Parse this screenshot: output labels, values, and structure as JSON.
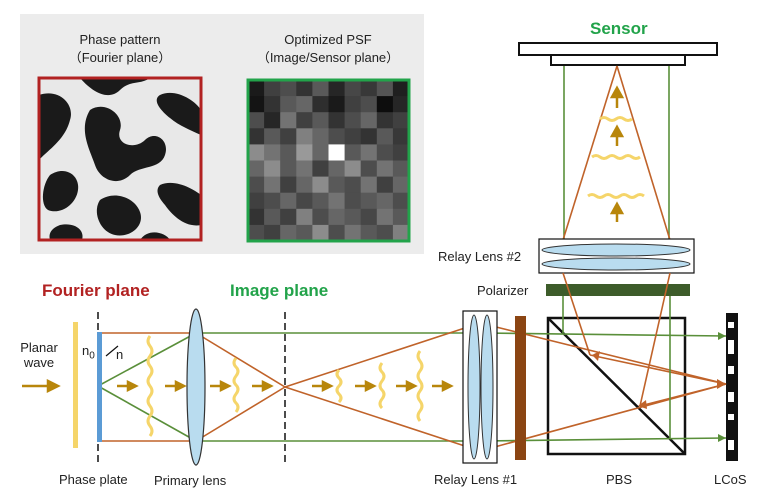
{
  "inset": {
    "left_title_line1": "Phase pattern",
    "left_title_line2": "（Fourier plane）",
    "right_title_line1": "Optimized PSF",
    "right_title_line2": "（Image/Sensor plane）",
    "psf_grid": [
      [
        0.1,
        0.25,
        0.3,
        0.2,
        0.35,
        0.15,
        0.28,
        0.22,
        0.33,
        0.12
      ],
      [
        0.08,
        0.2,
        0.35,
        0.4,
        0.18,
        0.1,
        0.25,
        0.3,
        0.05,
        0.15
      ],
      [
        0.3,
        0.15,
        0.45,
        0.25,
        0.35,
        0.2,
        0.3,
        0.4,
        0.2,
        0.25
      ],
      [
        0.2,
        0.35,
        0.25,
        0.5,
        0.4,
        0.3,
        0.25,
        0.2,
        0.35,
        0.22
      ],
      [
        0.55,
        0.45,
        0.35,
        0.6,
        0.4,
        1.0,
        0.35,
        0.45,
        0.3,
        0.25
      ],
      [
        0.4,
        0.55,
        0.35,
        0.45,
        0.25,
        0.4,
        0.55,
        0.3,
        0.45,
        0.35
      ],
      [
        0.3,
        0.45,
        0.25,
        0.4,
        0.55,
        0.35,
        0.3,
        0.45,
        0.25,
        0.4
      ],
      [
        0.25,
        0.3,
        0.4,
        0.28,
        0.35,
        0.45,
        0.3,
        0.35,
        0.4,
        0.3
      ],
      [
        0.2,
        0.35,
        0.25,
        0.5,
        0.3,
        0.4,
        0.35,
        0.28,
        0.45,
        0.35
      ],
      [
        0.3,
        0.25,
        0.4,
        0.35,
        0.55,
        0.3,
        0.45,
        0.35,
        0.3,
        0.5
      ]
    ]
  },
  "labels": {
    "sensor": "Sensor",
    "fourier_plane": "Fourier plane",
    "image_plane": "Image plane",
    "planar_wave_line1": "Planar",
    "planar_wave_line2": "wave",
    "n0": "n",
    "n0_sub": "0",
    "n": "n",
    "phase_plate": "Phase plate",
    "primary_lens": "Primary lens",
    "relay_lens_1": "Relay Lens #1",
    "relay_lens_2": "Relay Lens #2",
    "polarizer": "Polarizer",
    "pbs": "PBS",
    "lcos": "LCoS"
  },
  "colors": {
    "fourier_red": "#b22222",
    "image_green": "#22a34a",
    "ray_orange": "#c0632a",
    "ray_green": "#5a8f3a",
    "arrow_gold": "#b8860b",
    "wave_yellow": "#f5d56a",
    "lens_blue": "#b9dcef",
    "plate_blue": "#5b9bd5",
    "polarizer_green": "#3d5c2a",
    "plate_brown": "#8b4513"
  }
}
